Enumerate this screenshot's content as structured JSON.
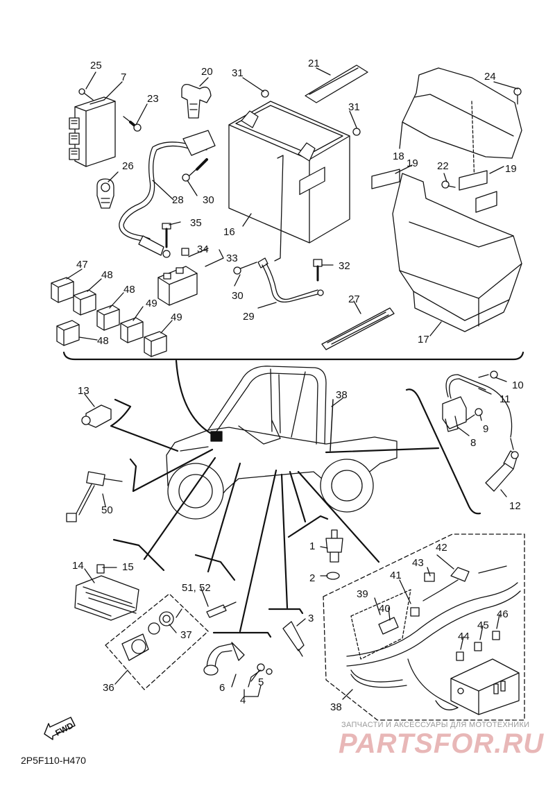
{
  "diagram_code": "2P5F110-H470",
  "fwd_label": "FWD",
  "watermark": {
    "tagline": "ЗАПЧАСТИ И АКСЕССУАРЫ ДЛЯ МОТОТЕХНИКИ",
    "brand": "PARTSFOR.RU"
  },
  "callouts": [
    {
      "key": "c25",
      "label": "25"
    },
    {
      "key": "c7",
      "label": "7"
    },
    {
      "key": "c23",
      "label": "23"
    },
    {
      "key": "c20",
      "label": "20"
    },
    {
      "key": "c31a",
      "label": "31"
    },
    {
      "key": "c21",
      "label": "21"
    },
    {
      "key": "c24",
      "label": "24"
    },
    {
      "key": "c31b",
      "label": "31"
    },
    {
      "key": "c26",
      "label": "26"
    },
    {
      "key": "c18",
      "label": "18"
    },
    {
      "key": "c19a",
      "label": "19"
    },
    {
      "key": "c22",
      "label": "22"
    },
    {
      "key": "c19b",
      "label": "19"
    },
    {
      "key": "c30a",
      "label": "30"
    },
    {
      "key": "c28",
      "label": "28"
    },
    {
      "key": "c35",
      "label": "35"
    },
    {
      "key": "c16",
      "label": "16"
    },
    {
      "key": "c34",
      "label": "34"
    },
    {
      "key": "c33",
      "label": "33"
    },
    {
      "key": "c47",
      "label": "47"
    },
    {
      "key": "c48a",
      "label": "48"
    },
    {
      "key": "c32",
      "label": "32"
    },
    {
      "key": "c30b",
      "label": "30"
    },
    {
      "key": "c48b",
      "label": "48"
    },
    {
      "key": "c27",
      "label": "27"
    },
    {
      "key": "c49a",
      "label": "49"
    },
    {
      "key": "c29",
      "label": "29"
    },
    {
      "key": "c49b",
      "label": "49"
    },
    {
      "key": "c48c",
      "label": "48"
    },
    {
      "key": "c17",
      "label": "17"
    },
    {
      "key": "c10",
      "label": "10"
    },
    {
      "key": "c13",
      "label": "13"
    },
    {
      "key": "c38a",
      "label": "38"
    },
    {
      "key": "c11",
      "label": "11"
    },
    {
      "key": "c9",
      "label": "9"
    },
    {
      "key": "c8",
      "label": "8"
    },
    {
      "key": "c12",
      "label": "12"
    },
    {
      "key": "c50",
      "label": "50"
    },
    {
      "key": "c1",
      "label": "1"
    },
    {
      "key": "c42",
      "label": "42"
    },
    {
      "key": "c2",
      "label": "2"
    },
    {
      "key": "c43",
      "label": "43"
    },
    {
      "key": "c14",
      "label": "14"
    },
    {
      "key": "c15",
      "label": "15"
    },
    {
      "key": "c41",
      "label": "41"
    },
    {
      "key": "c5152",
      "label": "51, 52"
    },
    {
      "key": "c39",
      "label": "39"
    },
    {
      "key": "c40",
      "label": "40"
    },
    {
      "key": "c46",
      "label": "46"
    },
    {
      "key": "c45",
      "label": "45"
    },
    {
      "key": "c3",
      "label": "3"
    },
    {
      "key": "c37",
      "label": "37"
    },
    {
      "key": "c44",
      "label": "44"
    },
    {
      "key": "c5",
      "label": "5"
    },
    {
      "key": "c36",
      "label": "36"
    },
    {
      "key": "c6",
      "label": "6"
    },
    {
      "key": "c4",
      "label": "4"
    },
    {
      "key": "c38b",
      "label": "38"
    }
  ]
}
